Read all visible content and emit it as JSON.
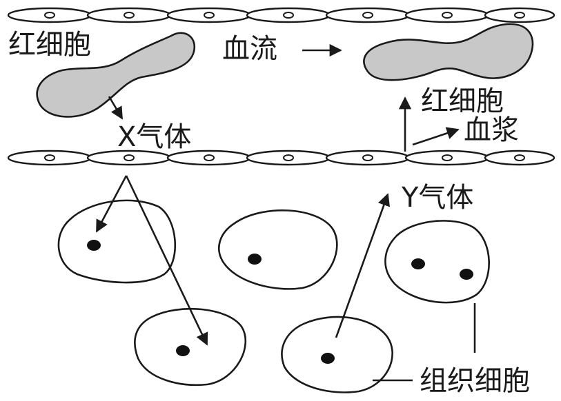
{
  "labels": {
    "red_cell_left": "红细胞",
    "blood_flow": "血流",
    "red_cell_right": "红细胞",
    "gas_x": "X气体",
    "plasma": "血浆",
    "gas_y": "Y气体",
    "tissue_cells": "组织细胞"
  },
  "colors": {
    "red_blood_cell_fill": "#c8c8c8",
    "line": "#1a1a1a",
    "background": "#ffffff"
  }
}
